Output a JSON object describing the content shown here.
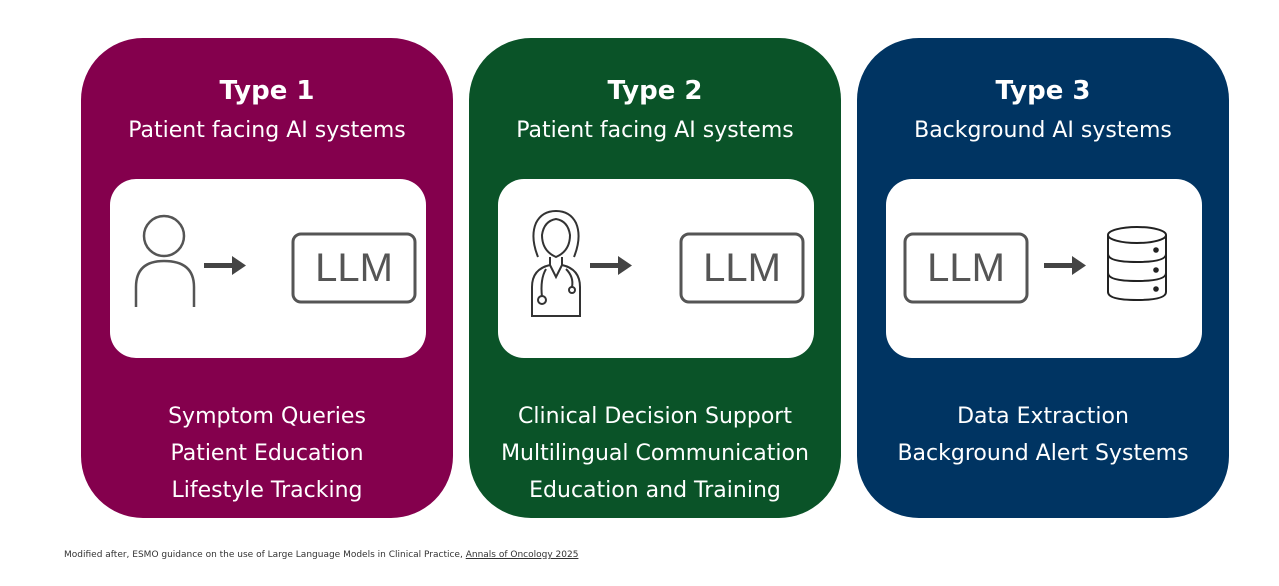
{
  "cards": [
    {
      "type_label": "Type 1",
      "subtitle": "Patient facing AI systems",
      "color": "#84004d",
      "flow": [
        "person-icon",
        "arrow",
        "LLM"
      ],
      "llm_label": "LLM",
      "items": [
        "Symptom Queries",
        "Patient Education",
        "Lifestyle Tracking"
      ]
    },
    {
      "type_label": "Type 2",
      "subtitle": "Patient facing AI systems",
      "color": "#0a5328",
      "flow": [
        "doctor-icon",
        "arrow",
        "LLM"
      ],
      "llm_label": "LLM",
      "items": [
        "Clinical Decision Support",
        "Multilingual Communication",
        "Education and Training"
      ]
    },
    {
      "type_label": "Type 3",
      "subtitle": "Background AI systems",
      "color": "#003462",
      "flow": [
        "LLM",
        "arrow",
        "database-icon"
      ],
      "llm_label": "LLM",
      "items": [
        "Data Extraction",
        "Background Alert Systems"
      ]
    }
  ],
  "footnote": {
    "text": "Modified after, ESMO guidance on the use of Large Language Models in Clinical Practice, ",
    "link_text": "Annals of Oncology 2025"
  },
  "colors": {
    "icon_stroke": "#555555",
    "arrow": "#444444"
  }
}
